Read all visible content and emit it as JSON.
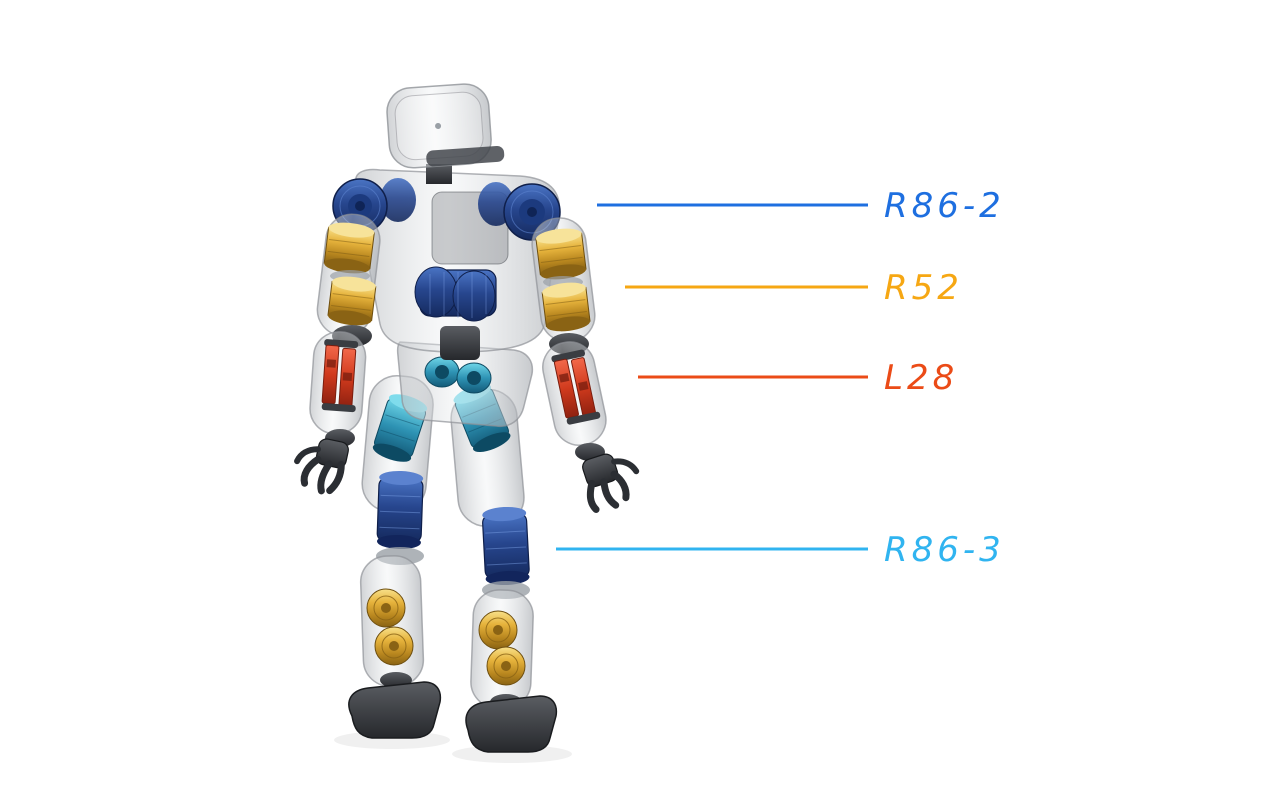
{
  "figure": {
    "illustration_name": "transparent-humanoid-robot-rear-view",
    "background_color": "#ffffff"
  },
  "annotations": [
    {
      "text": "R86-2",
      "color": "#1e6fe0"
    },
    {
      "text": "R52",
      "color": "#f6a713"
    },
    {
      "text": "L28",
      "color": "#eb4b17"
    },
    {
      "text": "R86-3",
      "color": "#30b4f0"
    }
  ],
  "actuator_colors": {
    "shoulder_and_waist_blue": "#2a4a94",
    "elbow_and_ankle_gold": "#dfa82e",
    "forearm_red": "#d23a1d",
    "hip_and_thigh_teal": "#2e93b4",
    "knee_blue": "#3a6ab8",
    "shell_gray": "#c9cbce"
  }
}
